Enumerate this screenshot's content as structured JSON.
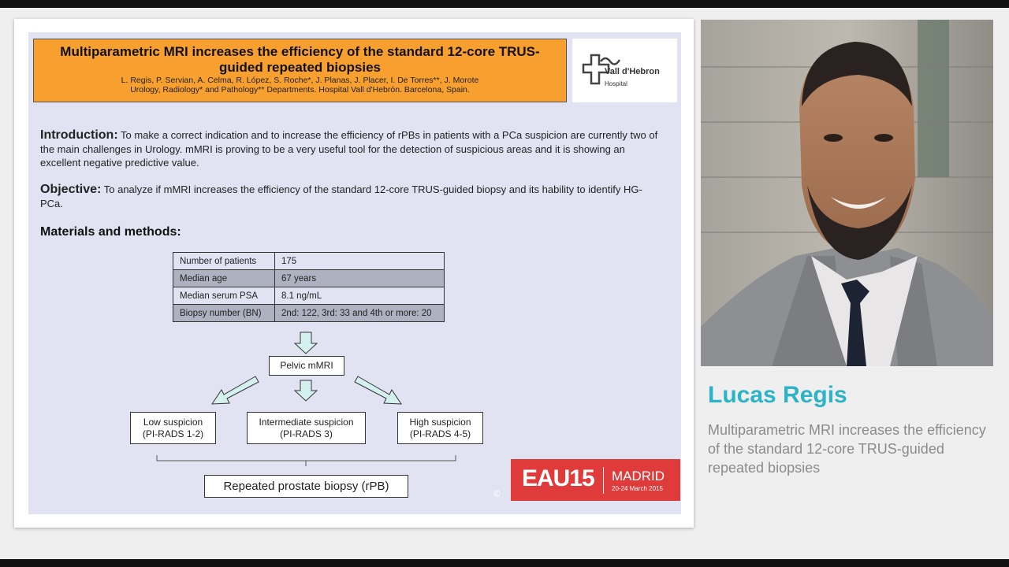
{
  "slide": {
    "title": "Multiparametric MRI increases the efficiency of the standard 12-core TRUS-guided repeated biopsies",
    "authors": "L. Regis, P. Servian, A. Celma, R. López, S. Roche*, J. Planas, J. Placer, I. De Torres**, J. Morote",
    "departments": "Urology, Radiology* and Pathology** Departments. Hospital Vall d'Hebrón. Barcelona, Spain.",
    "logo_name": "Vall d'Hebron",
    "logo_sub": "Hospital",
    "intro_label": "Introduction:",
    "intro_text": "To make a correct indication and to increase the efficiency of rPBs in patients with a PCa suspicion are currently two of the main challenges in Urology. mMRI is proving to be a very useful tool for the detection of suspicious areas and it is showing an excellent negative predictive value.",
    "objective_label": "Objective:",
    "objective_text": "To analyze if mMRI increases the efficiency of the standard 12-core TRUS-guided biopsy and its hability to identify HG-PCa.",
    "methods_label": "Materials and methods:",
    "table": [
      {
        "label": "Number of patients",
        "value": "175"
      },
      {
        "label": "Median age",
        "value": "67 years"
      },
      {
        "label": "Median serum PSA",
        "value": "8.1 ng/mL"
      },
      {
        "label": "Biopsy number (BN)",
        "value": "2nd: 122, 3rd: 33 and 4th or more: 20"
      }
    ],
    "flow": {
      "center": "Pelvic mMRI",
      "low": "Low suspicion",
      "low_sub": "(PI-RADS 1-2)",
      "mid": "Intermediate suspicion",
      "mid_sub": "(PI-RADS 3)",
      "high": "High suspicion",
      "high_sub": "(PI-RADS 4-5)",
      "bottom": "Repeated prostate biopsy (rPB)"
    },
    "congress": {
      "name": "EAU15",
      "city": "MADRID",
      "dates": "20-24 March 2015"
    },
    "copyright": "©"
  },
  "speaker": {
    "name": "Lucas Regis",
    "talk_title": "Multiparametric MRI increases the efficiency of the standard 12-core TRUS-guided repeated biopsies"
  }
}
